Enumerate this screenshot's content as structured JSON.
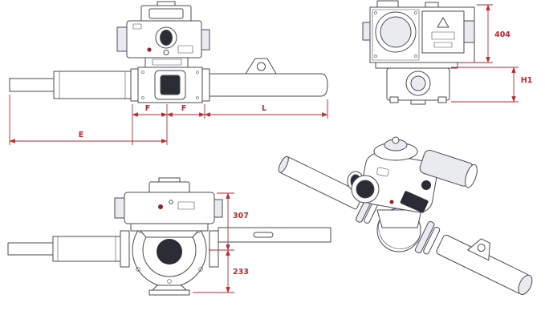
{
  "drawing": {
    "colors": {
      "line": "#474b52",
      "dimension": "#c1272d",
      "fill_light": "#e9ebee",
      "fill_dark": "#2a2d33",
      "led_dot": "#9a1f24",
      "background": "#ffffff"
    },
    "views": {
      "side": {
        "label": "side-elevation",
        "dims": {
          "f1": "F",
          "f2": "F",
          "l": "L",
          "e": "E"
        }
      },
      "actuator_front": {
        "label": "actuator-front-elevation",
        "dims": {
          "height": "404",
          "h1": "H1"
        }
      },
      "front": {
        "label": "front-elevation",
        "dims": {
          "upper": "307",
          "lower": "233"
        }
      },
      "isometric": {
        "label": "isometric-3d-view"
      }
    }
  }
}
